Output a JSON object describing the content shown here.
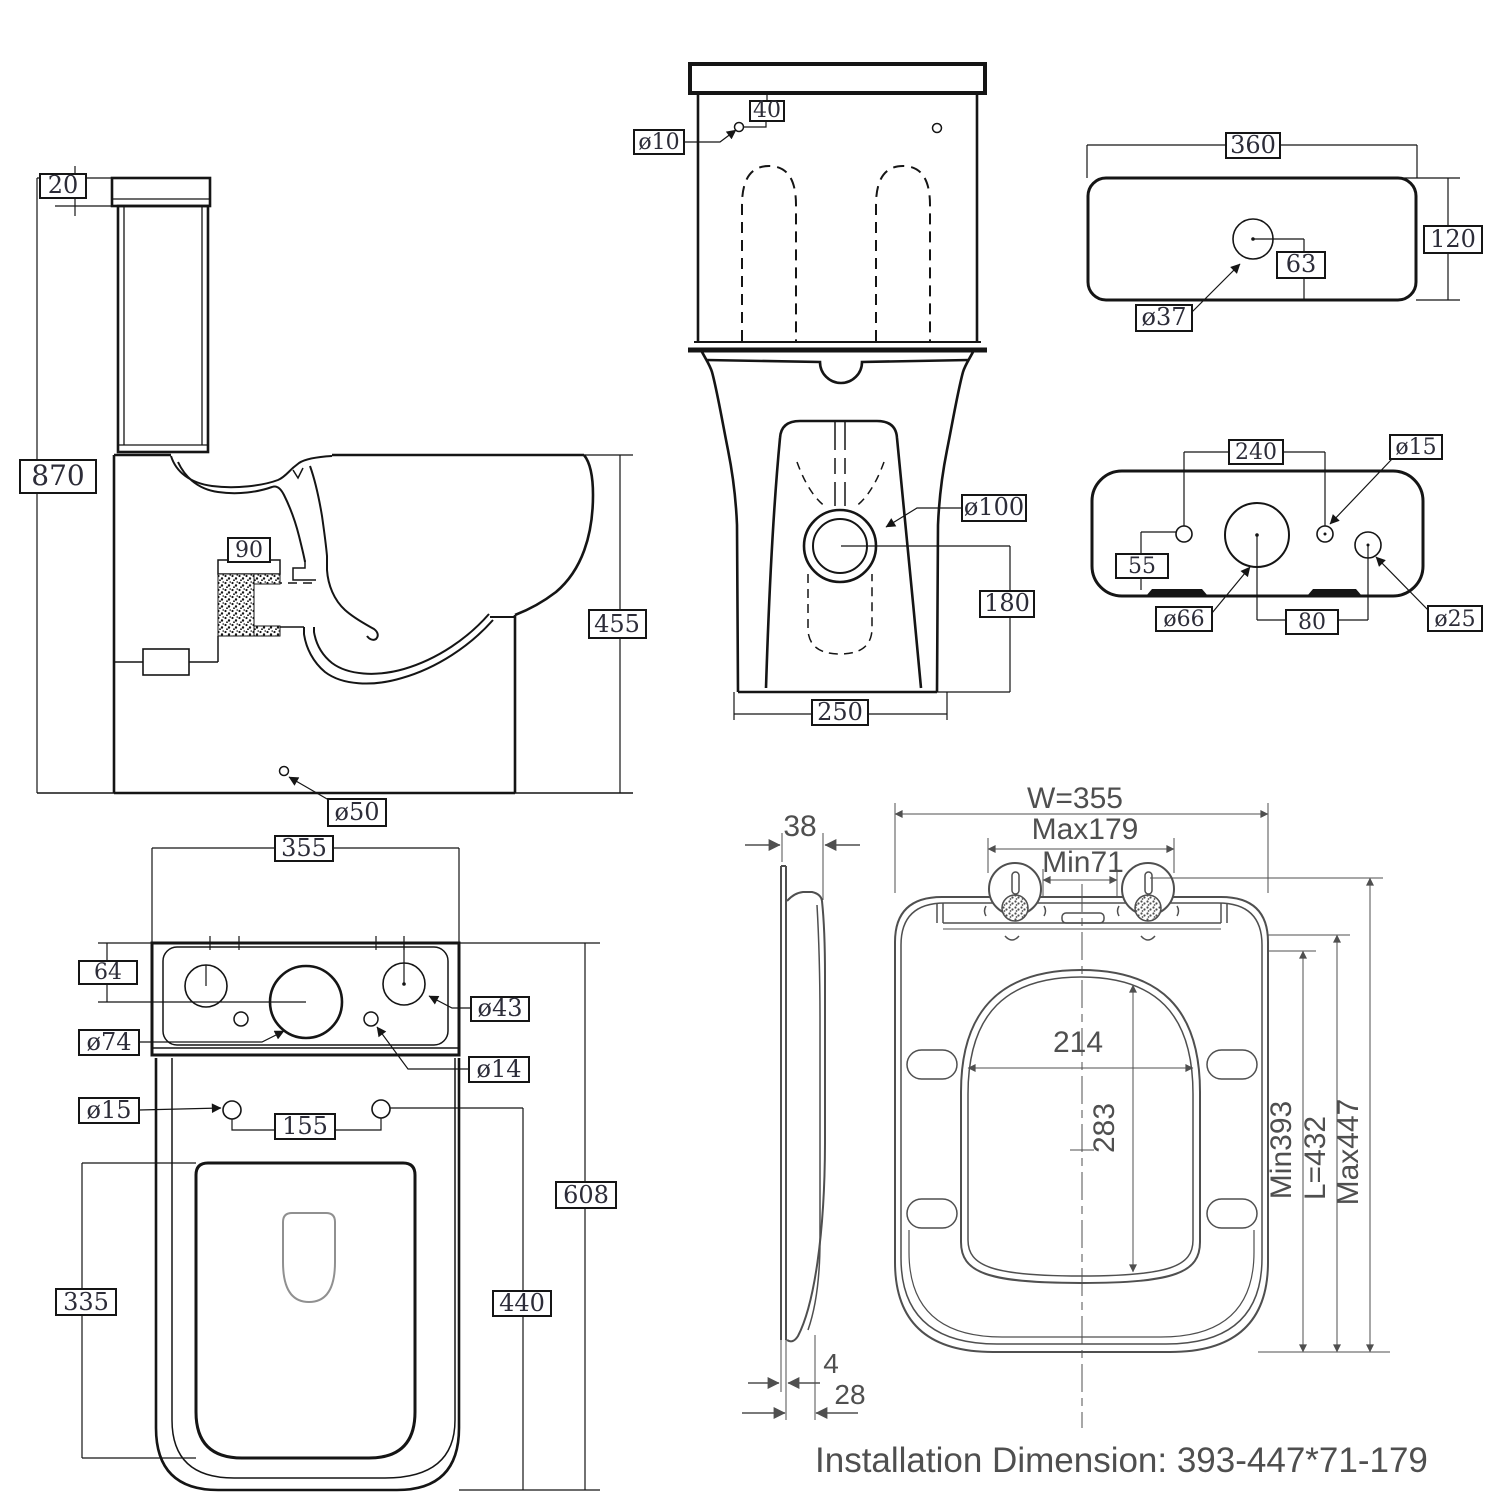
{
  "footer": "Installation Dimension: 393-447*71-179",
  "side_section": {
    "lid_thickness": "20",
    "total_height": "870",
    "trap_width": "90",
    "bowl_height": "455",
    "drain_dia": "ø50"
  },
  "front_view": {
    "hole_dia": "ø10",
    "hole_offset": "40",
    "outlet_dia": "ø100",
    "outlet_height": "180",
    "base_width": "250"
  },
  "lid_view": {
    "width": "360",
    "depth": "120",
    "button_offset": "63",
    "button_dia": "ø37"
  },
  "cistern_back_view": {
    "hole_spacing": "240",
    "small_hole_dia": "ø15",
    "left_hole_offset": "55",
    "inlet_dia": "ø66",
    "outlet_spacing": "80",
    "right_hole_dia": "ø25"
  },
  "plan_view": {
    "tank_width": "355",
    "tap_offset": "64",
    "flush_dia": "ø74",
    "bolt_dia": "ø15",
    "bolt_spacing": "155",
    "tap_dia": "ø43",
    "hole_dia": "ø14",
    "total_length": "608",
    "bowl_length": "440",
    "opening_length": "335"
  },
  "seat_view": {
    "thickness": "38",
    "width": "W=355",
    "hinge_max": "Max179",
    "hinge_min": "Min71",
    "opening_width": "214",
    "opening_height": "283",
    "len_min": "Min393",
    "len": "L=432",
    "len_max": "Max447",
    "gap": "4",
    "edge": "28"
  }
}
